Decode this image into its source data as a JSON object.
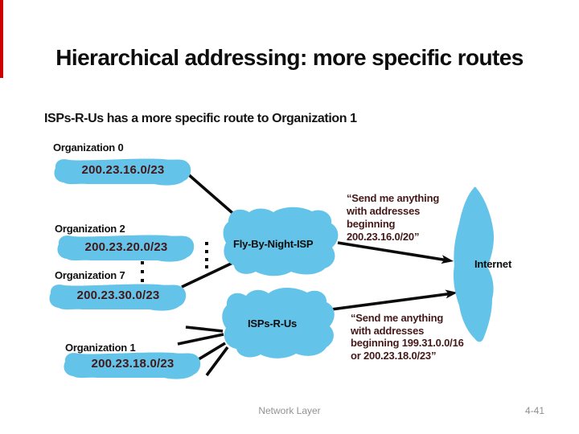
{
  "slide": {
    "title": "Hierarchical addressing: more specific routes",
    "subtitle": "ISPs-R-Us has a more specific route to Organization 1",
    "footer": {
      "section": "Network Layer",
      "page": "4-41"
    }
  },
  "colors": {
    "blob_blue": "#63c3e8",
    "prefix_maroon": "#441818",
    "accent_red": "#cc0000",
    "footer_gray": "#929292"
  },
  "diagram": {
    "organizations": [
      {
        "name": "Organization 0",
        "prefix": "200.23.16.0/23"
      },
      {
        "name": "Organization 2",
        "prefix": "200.23.20.0/23"
      },
      {
        "name": "Organization 7",
        "prefix": "200.23.30.0/23"
      },
      {
        "name": "Organization 1",
        "prefix": "200.23.18.0/23"
      }
    ],
    "isps": [
      {
        "name": "Fly-By-Night-ISP",
        "announcement": "“Send me anything\nwith addresses\nbeginning\n200.23.16.0/20”"
      },
      {
        "name": "ISPs-R-Us",
        "announcement": "“Send me anything\nwith addresses\nbeginning 199.31.0.0/16\nor 200.23.18.0/23”"
      }
    ],
    "internet_label": "Internet"
  }
}
